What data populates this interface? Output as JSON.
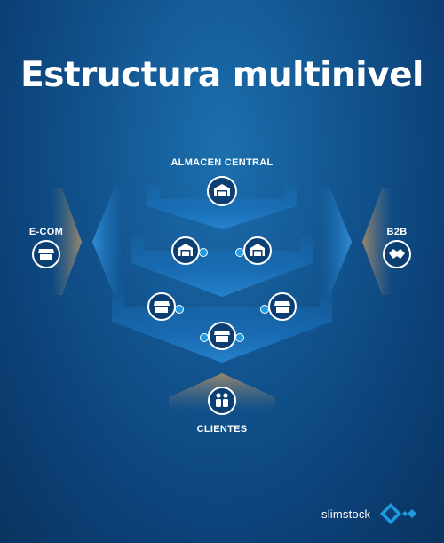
{
  "title": "Estructura multinivel",
  "nodes": {
    "central": "ALMACEN CENTRAL",
    "ecom": "E-COM",
    "b2b": "B2B",
    "clientes": "CLIENTES"
  },
  "brand": {
    "name": "slimstock",
    "logo_icon": "diamond-logo-icon"
  },
  "icons": {
    "central": "warehouse-icon",
    "level2_left": "warehouse-icon",
    "level2_right": "warehouse-icon",
    "level3_left": "store-icon",
    "level3_right": "store-icon",
    "level3_center": "store-icon",
    "ecom": "store-icon",
    "b2b": "handshake-icon",
    "clientes": "people-icon"
  },
  "colors": {
    "background": "#0e4a82",
    "chevron": "#1a6fbf",
    "accent": "#1e9be0",
    "side_brown": "#8a7a64",
    "text": "#ffffff"
  }
}
